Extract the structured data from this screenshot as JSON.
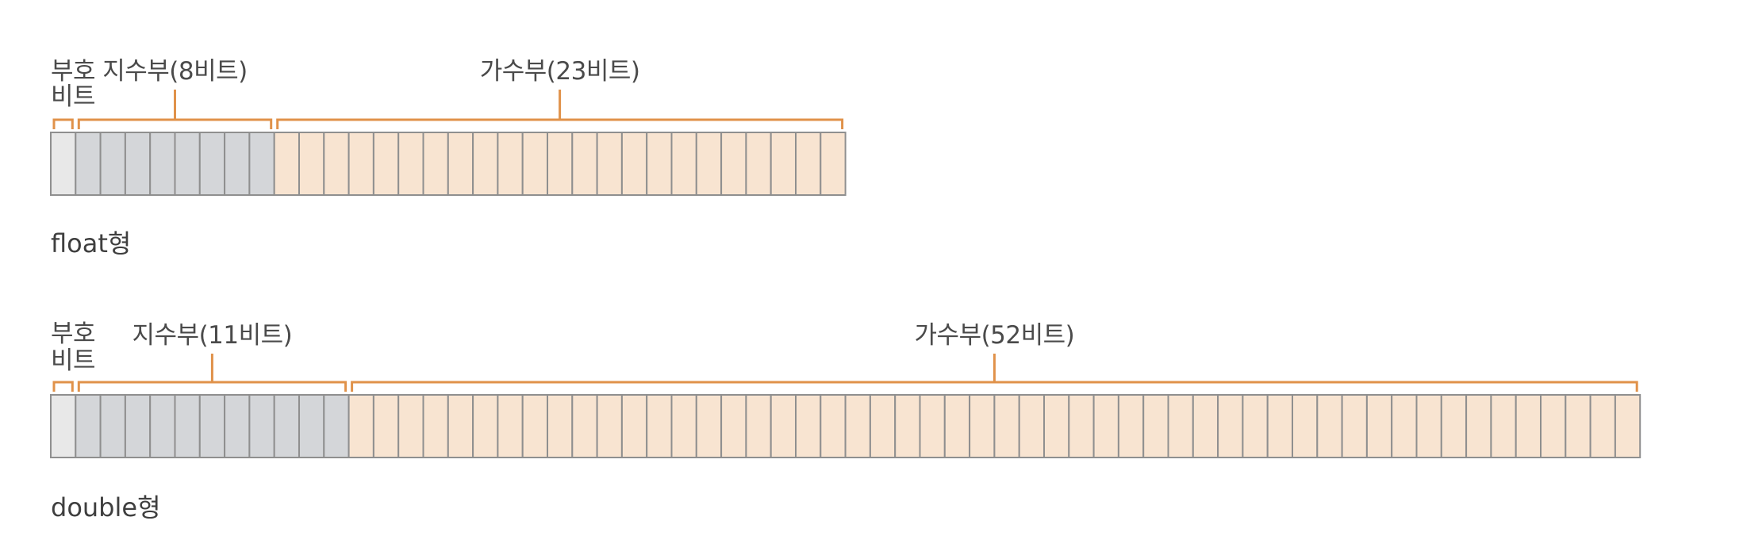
{
  "colors": {
    "sign_fill": "#e8e8e8",
    "exponent_fill": "#d4d6d9",
    "mantissa_fill": "#f8e4d1",
    "cell_stroke": "#8f8f8f",
    "brace": "#e0924a",
    "label_text": "#4a4a4a"
  },
  "diagrams": [
    {
      "key": "float",
      "caption": "float형",
      "fields": [
        {
          "key": "sign",
          "bits": 1,
          "label_lines": [
            "부호",
            "비트"
          ]
        },
        {
          "key": "exponent",
          "bits": 8,
          "label_lines": [
            "지수부(8비트)"
          ]
        },
        {
          "key": "mantissa",
          "bits": 23,
          "label_lines": [
            "가수부(23비트)"
          ]
        }
      ]
    },
    {
      "key": "double",
      "caption": "double형",
      "fields": [
        {
          "key": "sign",
          "bits": 1,
          "label_lines": [
            "부호",
            "비트"
          ]
        },
        {
          "key": "exponent",
          "bits": 11,
          "label_lines": [
            "지수부(11비트)"
          ]
        },
        {
          "key": "mantissa",
          "bits": 52,
          "label_lines": [
            "가수부(52비트)"
          ]
        }
      ]
    }
  ]
}
